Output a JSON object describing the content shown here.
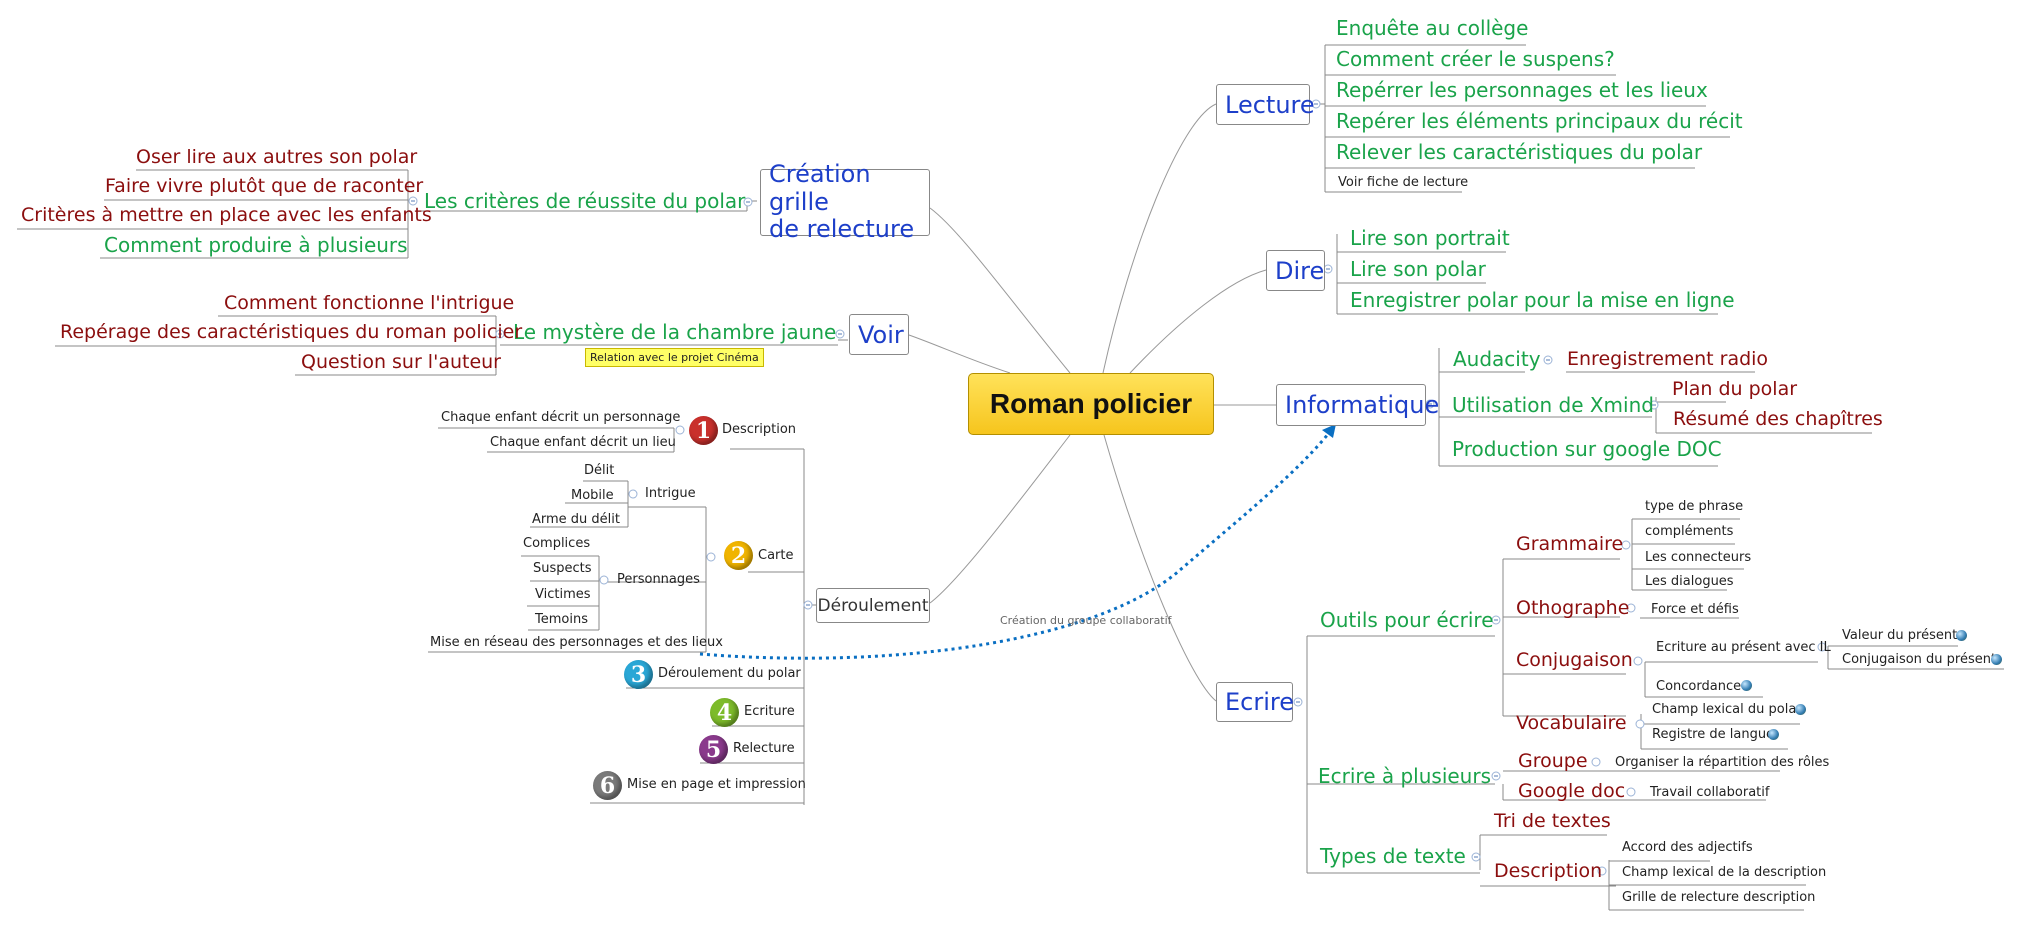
{
  "root": "Roman policier",
  "lecture": {
    "label": "Lecture",
    "items": [
      "Enquête au collège",
      "Comment créer le suspens?",
      "Repérrer les personnages et les lieux",
      "Repérer les éléments principaux du récit",
      "Relever les  caractéristiques du polar"
    ],
    "small": "Voir fiche de lecture"
  },
  "dire": {
    "label": "Dire",
    "items": [
      "Lire son portrait",
      "Lire son polar",
      "Enregistrer polar pour la mise en ligne"
    ]
  },
  "informatique": {
    "label": "Informatique",
    "audacity": "Audacity",
    "enregistrement": "Enregistrement radio",
    "xmind": "Utilisation de Xmind",
    "plan": "Plan du polar",
    "resume": "Résumé des chapîtres",
    "google": "Production sur google DOC"
  },
  "ecrire": {
    "label": "Ecrire",
    "outils": "Outils pour écrire",
    "grammaire": "Grammaire",
    "grammaire_items": [
      "type de phrase",
      "compléments",
      "Les connecteurs",
      "Les dialogues"
    ],
    "othographe": "Othographe",
    "force": "Force et défis",
    "conjugaison": "Conjugaison",
    "ecriture_il": "Ecriture au présent avec IL",
    "valeur": "Valeur du présent",
    "conj_present": "Conjugaison du présent",
    "concordance": "Concordance",
    "vocabulaire": "Vocabulaire",
    "champ_polar": "Champ lexical du polar",
    "registre": "Registre de langue",
    "plusieurs": "Ecrire à plusieurs",
    "groupe": "Groupe",
    "organiser": "Organiser la répartition des rôles",
    "googledoc": "Google doc",
    "travail": "Travail collaboratif",
    "types": "Types de texte",
    "tri": "Tri de textes",
    "description": "Description",
    "desc_items": [
      "Accord des adjectifs",
      "Champ lexical de la description",
      "Grille de relecture description"
    ]
  },
  "creation": {
    "label_line1": "Création grille",
    "label_line2": "de relecture",
    "criteres": "Les critères de réussite du polar",
    "items": [
      "Oser lire aux autres son polar",
      "Faire vivre plutôt que de raconter",
      "Critères à mettre en place avec les enfants"
    ],
    "comment": "Comment produire à plusieurs"
  },
  "voir": {
    "label": "Voir",
    "mystere": "Le mystère de la chambre jaune",
    "items": [
      "Comment fonctionne l'intrigue",
      "Repérage des caractéristiques du roman policier",
      "Question sur l'auteur"
    ],
    "note": "Relation avec le projet Cinéma"
  },
  "deroulement": {
    "label": "Déroulement",
    "description": "Description",
    "desc_items": [
      "Chaque enfant décrit un personnage",
      "Chaque enfant décrit un lieu"
    ],
    "carte": "Carte",
    "intrigue": "Intrigue",
    "intrigue_items": [
      "Délit",
      "Mobile",
      "Arme du délit"
    ],
    "personnages": "Personnages",
    "perso_items": [
      "Complices",
      "Suspects",
      "Victimes",
      "Temoins"
    ],
    "reseau": "Mise en réseau des personnages et des lieux",
    "deroulement_polar": "Déroulement du polar",
    "ecriture": "Ecriture",
    "relecture": "Relecture",
    "mise_en_page": "Mise en page et impression",
    "numbers": [
      "1",
      "2",
      "3",
      "4",
      "5",
      "6"
    ],
    "number_colors": [
      "#c9302c",
      "#f0b400",
      "#2aa7d6",
      "#7dbb2a",
      "#8a3a8c",
      "#7a7a7a"
    ]
  },
  "relation_label": "Création du groupe collaboratif",
  "colors": {
    "branch_blue": "#1d3fc9",
    "green": "#1aa34a",
    "dark_red": "#8b0e0e",
    "relation": "#0a6fc2"
  }
}
